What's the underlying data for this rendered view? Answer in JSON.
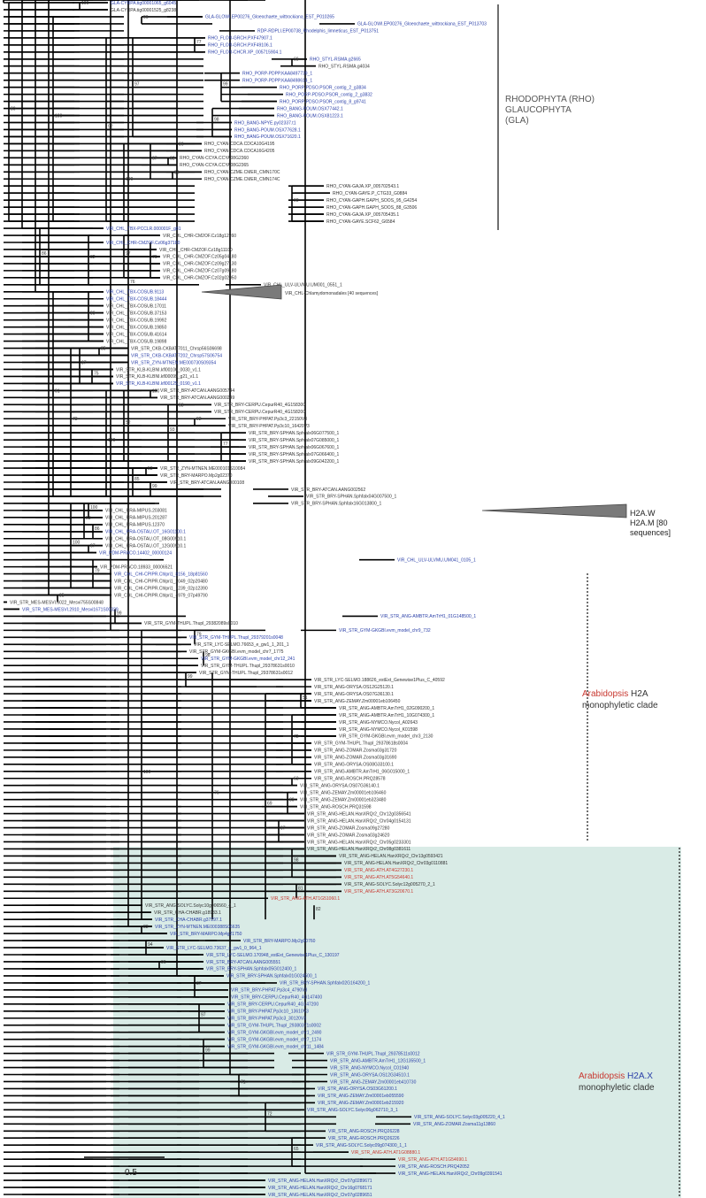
{
  "clades": {
    "rhodophyta": {
      "lines": [
        "RHODOPHYTA (RHO)",
        "GLAUCOPHYTA",
        "(GLA)"
      ]
    },
    "h2a": {
      "prefix": "Arabidopsis",
      "suffix": "H2A",
      "line2": "monophyletic clade"
    },
    "h2ax": {
      "prefix": "Arabidopsis",
      "suffix": "H2A.X",
      "line2": "monophyletic clade"
    },
    "h2aw": {
      "line1": "H2A.W",
      "line2": "H2A.M",
      "count": "[80 sequences]"
    },
    "chlamy": {
      "label": "VIR_CHL-Chlamydomonadales [40 sequences]"
    }
  },
  "scale_bar": {
    "label": "0.5"
  },
  "colors": {
    "blue_taxa": "#2a3fa8",
    "black_taxa": "#333333",
    "red_taxa": "#c8372f",
    "branch": "#000000",
    "h2ax_bg": "#d9ebe6",
    "triangle": "#7a7a7a"
  },
  "leaves": [
    {
      "t": "GLA-CYRPA.tig00001065_g6045",
      "c": "b"
    },
    {
      "t": "GLA-CYRPA.tig00001525_g8238",
      "c": "k"
    },
    {
      "t": "GLA-GLOWI.EP00276_Gloeochaete_wittrockiana_EST_P010265",
      "c": "b"
    },
    {
      "t": "GLA-GLOWI.EP00276_Gloeochaete_wittrockiana_EST_P013703",
      "c": "b"
    },
    {
      "t": "RDP-RDPLI.EP00738_Rhodelphis_limneticus_EST_P013751",
      "c": "b"
    },
    {
      "t": "RHO_FLOR-GRCH.PXF47907.1",
      "c": "b"
    },
    {
      "t": "RHO_FLOR-GRCH.PXF49106.1",
      "c": "b"
    },
    {
      "t": "RHO_FLOR-CHCR.XP_005715904.1",
      "c": "b"
    },
    {
      "t": "RHO_STYL-RSMA.g2665",
      "c": "b"
    },
    {
      "t": "RHO_STYL-RSMA.g4034",
      "c": "k"
    },
    {
      "t": "RHO_PORP-PDPP.KAA8497739_1",
      "c": "b"
    },
    {
      "t": "RHO_PORP-PDPP.KAA8498614_1",
      "c": "b"
    },
    {
      "t": "RHO_PORP-PDSO.PSOR_contig_2_g3834",
      "c": "b"
    },
    {
      "t": "RHO_PORP-PDSO.PSOR_contig_2_g3832",
      "c": "b"
    },
    {
      "t": "RHO_PORP-PDSO.PSOR_contig_8_g9741",
      "c": "b"
    },
    {
      "t": "RHO_BANG-POUM.OSX77442.1",
      "c": "b"
    },
    {
      "t": "RHO_BANG-POUM.OSX81223.1",
      "c": "b"
    },
    {
      "t": "RHO_BANG-NPYE.py02337.t1",
      "c": "b"
    },
    {
      "t": "RHO_BANG-POUM.OSX77628.1",
      "c": "b"
    },
    {
      "t": "RHO_BANG-POUM.OSX71620.1",
      "c": "b"
    },
    {
      "t": "RHO_CYAN-CDCA.CDCA10G4195",
      "c": "k"
    },
    {
      "t": "RHO_CYAN-CDCA.CDCA16G4205",
      "c": "k"
    },
    {
      "t": "RHO_CYAN-CCYA.CCYA08G2360",
      "c": "k"
    },
    {
      "t": "RHO_CYAN-CCYA.CCYA08G2365",
      "c": "k"
    },
    {
      "t": "RHO_CYAN-CZME.CMER_CMN170C",
      "c": "k"
    },
    {
      "t": "RHO_CYAN-CZME.CMER_CMN174C",
      "c": "k"
    },
    {
      "t": "RHO_CYAN-GAJA.XP_005702543.1",
      "c": "k"
    },
    {
      "t": "RHO_CYAN-GAYE.P_CTG33_G0884",
      "c": "k"
    },
    {
      "t": "RHO_CYAN-GAPH.GAPH_SOOS_95_G4254",
      "c": "k"
    },
    {
      "t": "RHO_CYAN-GAPH.GAPH_SOOS_88_G3506",
      "c": "k"
    },
    {
      "t": "RHO_CYAN-GAJA.XP_005705435.1",
      "c": "k"
    },
    {
      "t": "RHO_CYAN-GAYE.SCF62_G6584",
      "c": "k"
    },
    {
      "t": "VIR_CHL_TBX-PCCLR.000001F_g81",
      "c": "b"
    },
    {
      "t": "VIR_CHL_CHR-CM2OF.Cz18g12260",
      "c": "k"
    },
    {
      "t": "VIR_CHL_CHR-CMZOF.Cz06g37180",
      "c": "b"
    },
    {
      "t": "VIR_CHL_CHR-CMZOF.Cz18g11100",
      "c": "k"
    },
    {
      "t": "VIR_CHL_CHR-CMZOF.Cz05g04180",
      "c": "k"
    },
    {
      "t": "VIR_CHL_CHR-CMZOF.Cz09g27130",
      "c": "k"
    },
    {
      "t": "VIR_CHL_CHR-CMZOF.Cz07g09180",
      "c": "k"
    },
    {
      "t": "VIR_CHL_CHR-CMZOF.Cz02g02050",
      "c": "k"
    },
    {
      "t": "VIR_CHL_ULV-ULVMU.UM001_0551_1",
      "c": "k"
    },
    {
      "t": "VIR_CHL_TBX-COSUB.9113",
      "c": "b"
    },
    {
      "t": "VIR_CHL_TBX-COSUB.18444",
      "c": "b"
    },
    {
      "t": "VIR_CHL_TBX-COSUB.17011",
      "c": "k"
    },
    {
      "t": "VIR_CHL_TBX-COSUB.37153",
      "c": "k"
    },
    {
      "t": "VIR_CHL_TBX-COSUB.19992",
      "c": "k"
    },
    {
      "t": "VIR_CHL_TBX-COSUB.19850",
      "c": "k"
    },
    {
      "t": "VIR_CHL_TBX-COSUB.41614",
      "c": "k"
    },
    {
      "t": "VIR_CHL_TBX-COSUB.19898",
      "c": "k"
    },
    {
      "t": "VIR_STR_CKB-CKBAT.7011_Chrsp56S06698",
      "c": "k"
    },
    {
      "t": "VIR_STR_CKB-CKBAT.7202_Chrsp57S06754",
      "c": "b"
    },
    {
      "t": "VIR_STR_ZYN-MTNEN.ME000730S09354",
      "c": "b"
    },
    {
      "t": "VIR_STR_KLB-KLBNI.kfl00106_0030_v1.1",
      "c": "k"
    },
    {
      "t": "VIR_STR_KLB-KLBNI.kfl00099_g21_v1.1",
      "c": "k"
    },
    {
      "t": "VIR_STR_KLB-KLBNI.kfl00125_0190_v1.1",
      "c": "b"
    },
    {
      "t": "VIR_STR_BRY-ATCAN.AANG005744",
      "c": "k"
    },
    {
      "t": "VIR_STR_BRY-ATCAN.AANG000249",
      "c": "k"
    },
    {
      "t": "VIR_STR_BRY-CERPU.CepurR40_4G158300",
      "c": "k"
    },
    {
      "t": "VIR_STR_BRY-CERPU.CepurR40_4G158200",
      "c": "k"
    },
    {
      "t": "VIR_STR_BRY-PHPAT.Pp3c3_22150V3",
      "c": "k"
    },
    {
      "t": "VIR_STR_BRY-PHPAT.Pp3c10_16420V3",
      "c": "k"
    },
    {
      "t": "VIR_STR_BRY-SPHAN.Sphfalx06G077500_1",
      "c": "k"
    },
    {
      "t": "VIR_STR_BRY-SPHAN.Sphfalx07G085000_1",
      "c": "k"
    },
    {
      "t": "VIR_STR_BRY-SPHAN.Sphfalx06G067600_1",
      "c": "k"
    },
    {
      "t": "VIR_STR_BRY-SPHAN.Sphfalx07G066400_1",
      "c": "k"
    },
    {
      "t": "VIR_STR_BRY-SPHAN.Sphfalx09G042200_1",
      "c": "k"
    },
    {
      "t": "VIR_STR_ZYN-MTNEN.ME000101S10084",
      "c": "k"
    },
    {
      "t": "VIR_STR_BRY-MARPO.Mp2g02370",
      "c": "k"
    },
    {
      "t": "VIR_STR_BRY-ATCAN.AANG000108",
      "c": "k"
    },
    {
      "t": "VIR_STR_BRY-ATCAN.AANG002562",
      "c": "k"
    },
    {
      "t": "VIR_STR_BRY-SPHAN.Sphfalx04G007500_1",
      "c": "k"
    },
    {
      "t": "VIR_STR_BRY-SPHAN.Sphfalx16G013800_1",
      "c": "k"
    },
    {
      "t": "VIR_CHL_PRA-MIPUS.203081",
      "c": "k"
    },
    {
      "t": "VIR_CHL_PRA-MIPUS.201287",
      "c": "k"
    },
    {
      "t": "VIR_CHL_PRA-MIPUS.12370",
      "c": "k"
    },
    {
      "t": "VIR_CHL_PRA-OSTAU.OT_16G01100.1",
      "c": "b"
    },
    {
      "t": "VIR_CHL_PRA-OSTAU.OT_08G00910.1",
      "c": "k"
    },
    {
      "t": "VIR_CHL_PRA-OSTAU.OT_12G00910.1",
      "c": "k"
    },
    {
      "t": "VIR_PDM-PRACO.14402_00000124",
      "c": "b"
    },
    {
      "t": "VIR_CHL_ULV-ULVMU.UM041_0105_1",
      "c": "b"
    },
    {
      "t": "VIR_PDM-PRACO.18933_00006521",
      "c": "k"
    },
    {
      "t": "VIR_CHL_CHI-CPIPR.Chlpri1_8156_18p81560",
      "c": "b"
    },
    {
      "t": "VIR_CHL_CHI-CPIPR.Chlpri1_2049_02p20480",
      "c": "k"
    },
    {
      "t": "VIR_CHL_CHI-CPIPR.Chlpri1_1239_02p12390",
      "c": "k"
    },
    {
      "t": "VIR_CHL_CHI-CPIPR.Chlpri1_4979_07p49790",
      "c": "k"
    },
    {
      "t": "VIR_STR_MES-MESVI.6022_Mesvi755S00848",
      "c": "k"
    },
    {
      "t": "VIR_STR_MES-MESVI.2910_Mesvi1671S00329",
      "c": "b"
    },
    {
      "t": "VIR_STR_ANG-AMBTR.AmTrH1_01G148500_1",
      "c": "b"
    },
    {
      "t": "VIR_STR_GYM-THUPL.Thupl_29382089s0010",
      "c": "k"
    },
    {
      "t": "VIR_STR_GYM-GKGBI.evm_model_chr9_732",
      "c": "b"
    },
    {
      "t": "VIR_STR_GYM-THUPL.Thupl_29379201s0048",
      "c": "b"
    },
    {
      "t": "VIR_STR_LYC-SELMO.76653_e_gw1_1_201_1",
      "c": "k"
    },
    {
      "t": "VIR_STR_GYM-GKGBI.evm_model_chr7_1775",
      "c": "k"
    },
    {
      "t": "VIR_STR_GYM-GKGBI.evm_model_chr12_241",
      "c": "b"
    },
    {
      "t": "VIR_STR_GYM-THUPL.Thupl_29378631s0010",
      "c": "k"
    },
    {
      "t": "VIR_STR_GYM-THUPL.Thupl_29378631s0012",
      "c": "k"
    },
    {
      "t": "VIR_STR_LYC-SELMO.188626_estExt_Genewise1Plus_C_40592",
      "c": "k"
    },
    {
      "t": "VIR_STR_ANG-ORYSA.OS12G25120.1",
      "c": "k"
    },
    {
      "t": "VIR_STR_ANG-ORYSA.OS07G36130.1",
      "c": "k"
    },
    {
      "t": "VIR_STR_ANG-ZEMAY.Zm00001eb106450",
      "c": "k"
    },
    {
      "t": "VIR_STR_ANG-AMBTR.AmTrH1_02G090200_1",
      "c": "k"
    },
    {
      "t": "VIR_STR_ANG-AMBTR.AmTrH1_10G074300_1",
      "c": "k"
    },
    {
      "t": "VIR_STR_ANG-NYMCO.Nycol_A02643",
      "c": "k"
    },
    {
      "t": "VIR_STR_ANG-NYMCO.Nycol_K01598",
      "c": "k"
    },
    {
      "t": "VIR_STR_GYM-GKGBI.evm_model_chr3_2130",
      "c": "k"
    },
    {
      "t": "VIR_STR_GYM-THUPL.Thupl_29378618s0004",
      "c": "k"
    },
    {
      "t": "VIR_STR_ANG-ZOMAR.Zosma03g31720",
      "c": "k"
    },
    {
      "t": "VIR_STR_ANG-ZOMAR.Zosma03g31690",
      "c": "k"
    },
    {
      "t": "VIR_STR_ANG-ORYSA.OS08G33100.1",
      "c": "k"
    },
    {
      "t": "VIR_STR_ANG-AMBTR.AmTrH1_06G015000_1",
      "c": "k"
    },
    {
      "t": "VIR_STR_ANG-ROSCH.PRQ28578",
      "c": "k"
    },
    {
      "t": "VIR_STR_ANG-ORYSA.OS07G36140.1",
      "c": "k"
    },
    {
      "t": "VIR_STR_ANG-ZEMAY.Zm00001eb106460",
      "c": "k"
    },
    {
      "t": "VIR_STR_ANG-ZEMAY.Zm00001eb323480",
      "c": "k"
    },
    {
      "t": "VIR_STR_ANG-ROSCH.PRQ31598",
      "c": "k"
    },
    {
      "t": "VIR_STR_ANG-HELAN.HanXRQr2_Chr12g0356541",
      "c": "k"
    },
    {
      "t": "VIR_STR_ANG-HELAN.HanXRQr2_Chr04g0154131",
      "c": "k"
    },
    {
      "t": "VIR_STR_ANG-ZOMAR.Zosma09g27280",
      "c": "k"
    },
    {
      "t": "VIR_STR_ANG-ZOMAR.Zosma03g24620",
      "c": "k"
    },
    {
      "t": "VIR_STR_ANG-HELAN.HanXRQr2_Chr05g0233301",
      "c": "k"
    },
    {
      "t": "VIR_STR_ANG-HELAN.HanXRQr2_Chr08g0381611",
      "c": "k"
    },
    {
      "t": "VIR_STR_ANG-HELAN.HanXRQr2_Chr13g0593421",
      "c": "k"
    },
    {
      "t": "VIR_STR_ANG-HELAN.HanXRQr2_Chr03g0110881",
      "c": "k"
    },
    {
      "t": "VIR_STR_ANG-ATH.AT4G27230.1",
      "c": "r"
    },
    {
      "t": "VIR_STR_ANG-ATH.AT5G54640.1",
      "c": "r"
    },
    {
      "t": "VIR_STR_ANG-SOLYC.Solyc12g005270_2_1",
      "c": "k"
    },
    {
      "t": "VIR_STR_ANG-ATH.AT3G20670.1",
      "c": "r"
    },
    {
      "t": "VIR_STR_ANG-ATH.AT1G51060.1",
      "c": "r"
    },
    {
      "t": "VIR_STR_ANG-SOLYC.Solyc10g006560_4_1",
      "c": "k"
    },
    {
      "t": "VIR_STR_CHA-CHABR.g18933.1",
      "c": "k"
    },
    {
      "t": "VIR_STR_CHA-CHABR.g37297.1",
      "c": "b"
    },
    {
      "t": "VIR_STR_ZYN-MTNEN.ME000388S06635",
      "c": "b"
    },
    {
      "t": "VIR_STR_BRY-MARPO.Mp4g21750",
      "c": "b"
    },
    {
      "t": "VIR_STR_BRY-MARPO.Mp2g00760",
      "c": "b"
    },
    {
      "t": "VIR_STR_LYC-SELMO.73637_e_gw1_0_964_1",
      "c": "b"
    },
    {
      "t": "VIR_STR_LYC-SELMO.170948_estExt_Genewise1Plus_C_130197",
      "c": "b"
    },
    {
      "t": "VIR_STR_BRY-ATCAN.AANG005551",
      "c": "b"
    },
    {
      "t": "VIR_STR_BRY-SPHAN.Sphfalx05G012400_1",
      "c": "b"
    },
    {
      "t": "VIR_STR_BRY-SPHAN.Sphfalx01G024500_1",
      "c": "b"
    },
    {
      "t": "VIR_STR_BRY-SPHAN.Sphfalx02G164200_1",
      "c": "b"
    },
    {
      "t": "VIR_STR_BRY-PHPAT.Pp3c4_4790V3",
      "c": "b"
    },
    {
      "t": "VIR_STR_BRY-CERPU.CepurR40_4G147400",
      "c": "b"
    },
    {
      "t": "VIR_STR_BRY-CERPU.CepurR40_4G147200",
      "c": "b"
    },
    {
      "t": "VIR_STR_BRY-PHPAT.Pp3c10_13610V3",
      "c": "b"
    },
    {
      "t": "VIR_STR_BRY-PHPAT.Pp3c3_30120V3",
      "c": "b"
    },
    {
      "t": "VIR_STR_GYM-THUPL.Thupl_29380371s0002",
      "c": "b"
    },
    {
      "t": "VIR_STR_GYM-GKGBI.evm_model_chr1_2490",
      "c": "b"
    },
    {
      "t": "VIR_STR_GYM-GKGBI.evm_model_chr7_1174",
      "c": "b"
    },
    {
      "t": "VIR_STR_GYM-GKGBI.evm_model_chr11_1484",
      "c": "b"
    },
    {
      "t": "VIR_STR_GYM-THUPL.Thupl_29378511s0012",
      "c": "b"
    },
    {
      "t": "VIR_STR_ANG-AMBTR.AmTrH1_12G135500_1",
      "c": "b"
    },
    {
      "t": "VIR_STR_ANG-NYMCO.Nycol_C01940",
      "c": "b"
    },
    {
      "t": "VIR_STR_ANG-ORYSA.OS12G34510.1",
      "c": "b"
    },
    {
      "t": "VIR_STR_ANG-ZEMAY.Zm00001eb410730",
      "c": "b"
    },
    {
      "t": "VIR_STR_ANG-ORYSA.OS03G61200.1",
      "c": "b"
    },
    {
      "t": "VIR_STR_ANG-ZEMAY.Zm00001eb055590",
      "c": "b"
    },
    {
      "t": "VIR_STR_ANG-ZEMAY.Zm00001eb215920",
      "c": "b"
    },
    {
      "t": "VIR_STR_ANG-SOLYC.Solyc06g062710_3_1",
      "c": "b"
    },
    {
      "t": "VIR_STR_ANG-SOLYC.Solyc03g005220_4_1",
      "c": "b"
    },
    {
      "t": "VIR_STR_ANG-ZOMAR.Zosma11g13860",
      "c": "b"
    },
    {
      "t": "VIR_STR_ANG-ROSCH.PRQ26228",
      "c": "b"
    },
    {
      "t": "VIR_STR_ANG-ROSCH.PRQ26226",
      "c": "b"
    },
    {
      "t": "VIR_STR_ANG-SOLYC.Solyc09g074300_1_1",
      "c": "b"
    },
    {
      "t": "VIR_STR_ANG-ATH.AT1G08880.1",
      "c": "r"
    },
    {
      "t": "VIR_STR_ANG-ATH.AT1G54690.1",
      "c": "r"
    },
    {
      "t": "VIR_STR_ANG-ROSCH.PRQ42052",
      "c": "b"
    },
    {
      "t": "VIR_STR_ANG-HELAN.HanXRQr2_Chr09g0391541",
      "c": "b"
    },
    {
      "t": "VIR_STR_ANG-HELAN.HanXRQr2_Chr07g0289671",
      "c": "b"
    },
    {
      "t": "VIR_STR_ANG-HELAN.HanXRQr2_Chr16g0768171",
      "c": "b"
    },
    {
      "t": "VIR_STR_ANG-HELAN.HanXRQr2_Chr07g0289651",
      "c": "b"
    }
  ],
  "bootstraps": [
    "100",
    "96",
    "77",
    "98",
    "99",
    "98",
    "97",
    "96",
    "92",
    "86",
    "67",
    "98",
    "100",
    "92",
    "100",
    "80",
    "76",
    "97",
    "76",
    "82",
    "86",
    "99",
    "85",
    "75",
    "97",
    "100",
    "53",
    "92",
    "77",
    "93",
    "52",
    "53",
    "99",
    "85",
    "100",
    "73",
    "91",
    "100",
    "86",
    "53",
    "67",
    "79",
    "100",
    "95",
    "99",
    "79",
    "98",
    "99",
    "51",
    "72",
    "63",
    "89",
    "97",
    "98",
    "81",
    "82",
    "69",
    "76",
    "100",
    "83",
    "94",
    "96",
    "87",
    "97",
    "99",
    "71",
    "72",
    "65",
    "96",
    "86",
    "95"
  ]
}
